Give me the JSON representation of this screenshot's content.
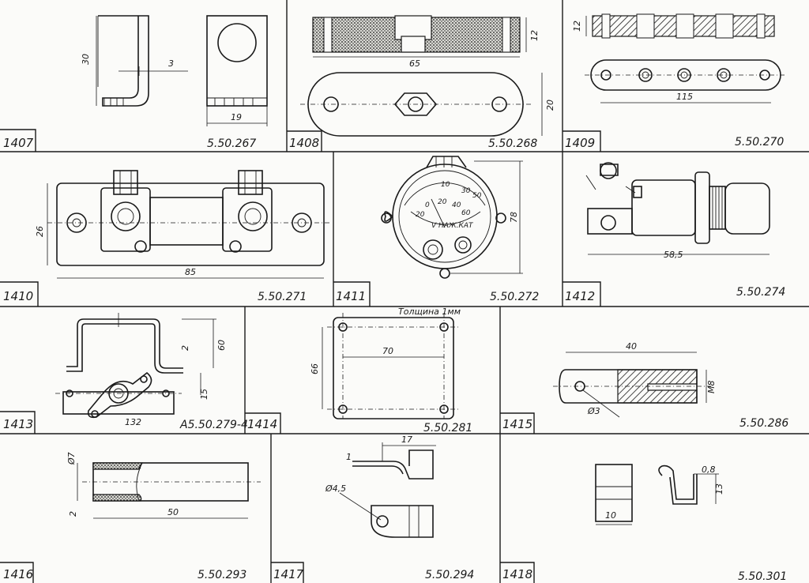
{
  "panels": [
    {
      "number": "1407",
      "code": "5.50.267",
      "dims": [
        "30",
        "3",
        "19"
      ]
    },
    {
      "number": "1408",
      "code": "5.50.268",
      "dims": [
        "12",
        "65",
        "20"
      ]
    },
    {
      "number": "1409",
      "code": "5.50.270",
      "dims": [
        "12",
        "115"
      ]
    },
    {
      "number": "1410",
      "code": "5.50.271",
      "dims": [
        "26",
        "85"
      ]
    },
    {
      "number": "1411",
      "code": "5.50.272",
      "dims": [
        "78"
      ],
      "dial": {
        "scale": [
          "0",
          "10",
          "20",
          "30",
          "40",
          "50",
          "60",
          "20"
        ],
        "label": "V НАЖ.КАТ"
      }
    },
    {
      "number": "1412",
      "code": "5.50.274",
      "dims": [
        "58,5"
      ]
    },
    {
      "number": "1413",
      "code": "А5.50.279-4",
      "dims": [
        "60",
        "2",
        "15",
        "132"
      ]
    },
    {
      "number": "1414",
      "code": "5.50.281",
      "dims": [
        "66",
        "70"
      ],
      "note": "Толщина 1мм"
    },
    {
      "number": "1415",
      "code": "5.50.286",
      "dims": [
        "40",
        "M8",
        "Ø3"
      ]
    },
    {
      "number": "1416",
      "code": "5.50.293",
      "dims": [
        "Ø7",
        "2",
        "50"
      ]
    },
    {
      "number": "1417",
      "code": "5.50.294",
      "dims": [
        "17",
        "1",
        "Ø4,5"
      ]
    },
    {
      "number": "1418",
      "code": "5.50.301",
      "dims": [
        "0,8",
        "13",
        "10"
      ]
    }
  ]
}
